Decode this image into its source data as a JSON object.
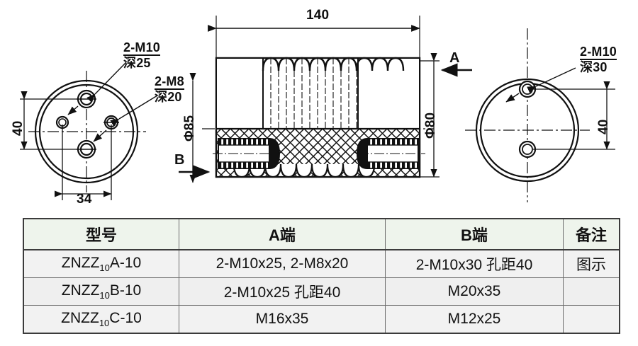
{
  "drawing": {
    "left_view": {
      "callout_m10": {
        "line1": "2-M10",
        "line2": "深25"
      },
      "callout_m8": {
        "line1": "2-M8",
        "line2": "深20"
      },
      "dim_vertical": "40",
      "dim_horizontal": "34",
      "dim_diameter": "Φ85",
      "section_mark": "B"
    },
    "center_view": {
      "dim_length": "140",
      "dim_diameter_right": "Φ80",
      "section_mark": "A"
    },
    "right_view": {
      "callout_m10": {
        "line1": "2-M10",
        "line2": "深30"
      },
      "dim_vertical": "40"
    }
  },
  "table": {
    "headers": [
      "型号",
      "A端",
      "B端",
      "备注"
    ],
    "rows": [
      {
        "model_prefix": "ZNZZ",
        "model_sub": "10",
        "model_suffix": "A-10",
        "a_end": "2-M10x25, 2-M8x20",
        "b_end": "2-M10x30 孔距40",
        "note": "图示"
      },
      {
        "model_prefix": "ZNZZ",
        "model_sub": "10",
        "model_suffix": "B-10",
        "a_end": "2-M10x25 孔距40",
        "b_end": "M20x35",
        "note": ""
      },
      {
        "model_prefix": "ZNZZ",
        "model_sub": "10",
        "model_suffix": "C-10",
        "a_end": "M16x35",
        "b_end": "M12x25",
        "note": ""
      }
    ]
  },
  "colors": {
    "line": "#111111",
    "header_bg": "#eef4ec",
    "row_bg": "#f2f2f2",
    "border": "#3b3b3b"
  }
}
